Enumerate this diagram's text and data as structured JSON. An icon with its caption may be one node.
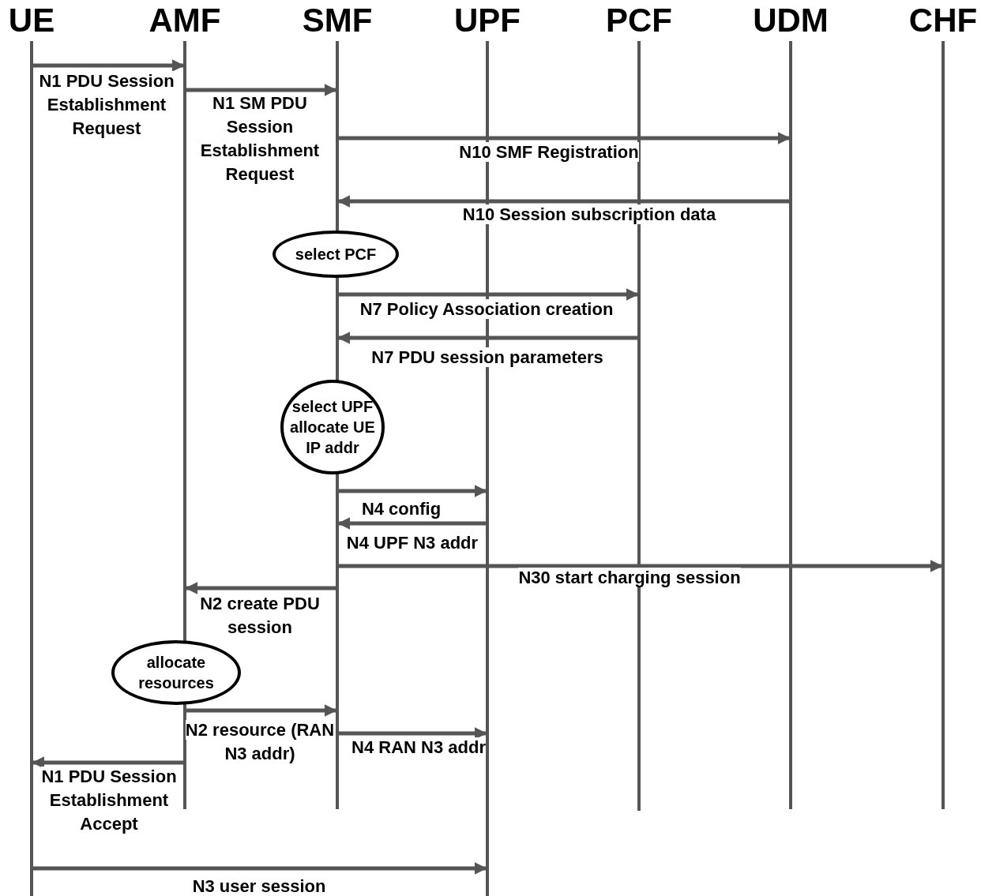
{
  "diagram": {
    "nodes": [
      {
        "text": [
          "UE"
        ]
      },
      {
        "text": [
          "AMF"
        ]
      },
      {
        "text": [
          "SMF"
        ]
      },
      {
        "text": [
          "UPF"
        ]
      },
      {
        "text": [
          "PCF"
        ]
      },
      {
        "text": [
          "UDM"
        ]
      },
      {
        "text": [
          "CHF"
        ]
      },
      {
        "text": [
          "select PCF"
        ]
      },
      {
        "text": [
          "select UPF allocate UE IP addr"
        ]
      },
      {
        "text": [
          "allocate resources"
        ]
      }
    ],
    "edges": [
      {
        "from": 0,
        "to": 1,
        "arrow": "to",
        "label": "N1 PDU Session Establishment Request"
      },
      {
        "from": 1,
        "to": 2,
        "arrow": "to",
        "label": "N1 SM PDU Session Establishment Request"
      },
      {
        "from": 2,
        "to": 5,
        "arrow": "to",
        "label": "N10 SMF Registration"
      },
      {
        "from": 5,
        "to": 2,
        "arrow": "to",
        "label": "N10 Session subscription data"
      },
      {
        "from": 2,
        "to": 4,
        "arrow": "to",
        "label": "N7 Policy Association creation"
      },
      {
        "from": 4,
        "to": 2,
        "arrow": "to",
        "label": "N7 PDU session parameters"
      },
      {
        "from": 2,
        "to": 3,
        "arrow": "to",
        "label": "N4 config"
      },
      {
        "from": 3,
        "to": 2,
        "arrow": "to",
        "label": "N4 UPF N3 addr"
      },
      {
        "from": 2,
        "to": 6,
        "arrow": "to",
        "label": "N30 start charging session"
      },
      {
        "from": 2,
        "to": 1,
        "arrow": "to",
        "label": "N2 create PDU session"
      },
      {
        "from": 1,
        "to": 2,
        "arrow": "to",
        "label": "N2 resource (RAN N3 addr)"
      },
      {
        "from": 2,
        "to": 3,
        "arrow": "to",
        "label": "N4 RAN N3 addr"
      },
      {
        "from": 1,
        "to": 0,
        "arrow": "to",
        "label": "N1 PDU Session Establishment Accept"
      },
      {
        "from": 0,
        "to": 3,
        "arrow": "to",
        "label": "N3 user session"
      }
    ]
  }
}
